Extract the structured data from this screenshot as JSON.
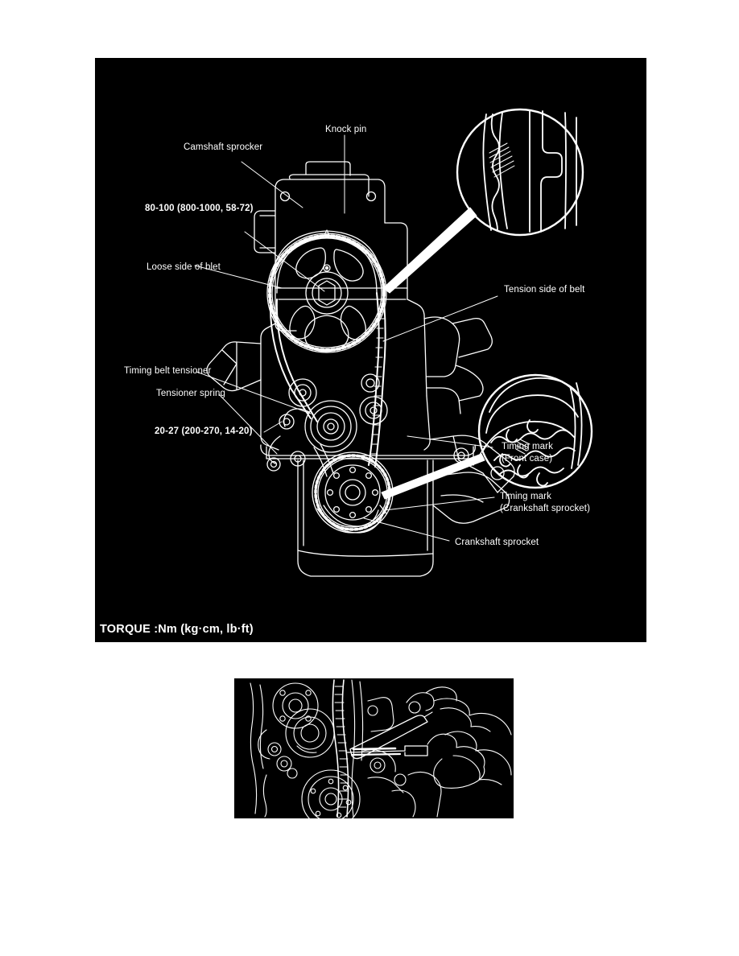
{
  "document": {
    "background_color": "#ffffff",
    "panel_background_color": "#000000",
    "line_color": "#ffffff"
  },
  "main_figure": {
    "name": "timing-belt-assembly-diagram",
    "torque_caption": "TORQUE :Nm (kg·cm, lb·ft)",
    "callouts": [
      {
        "id": "knock-pin",
        "text": "Knock pin",
        "bold": false
      },
      {
        "id": "camshaft-sprocket",
        "text": "Camshaft sprocker",
        "bold": false
      },
      {
        "id": "torque-camshaft",
        "text": "80-100 (800-1000, 58-72)",
        "bold": true
      },
      {
        "id": "loose-side-of-belt",
        "text": "Loose side of blet",
        "bold": false
      },
      {
        "id": "tension-side-of-belt",
        "text": "Tension side of belt",
        "bold": false
      },
      {
        "id": "timing-belt-tensioner",
        "text": "Timing belt tensioner",
        "bold": false
      },
      {
        "id": "tensioner-spring",
        "text": "Tensioner spring",
        "bold": false
      },
      {
        "id": "torque-tensioner",
        "text": "20-27 (200-270, 14-20)",
        "bold": true
      },
      {
        "id": "timing-mark-front-case-line1",
        "text": "Timing mark",
        "bold": false
      },
      {
        "id": "timing-mark-front-case-line2",
        "text": "(Front case)",
        "bold": false
      },
      {
        "id": "timing-mark-crank-line1",
        "text": "Timing mark",
        "bold": false
      },
      {
        "id": "timing-mark-crank-line2",
        "text": "(Crankshaft sprocket)",
        "bold": false
      },
      {
        "id": "crankshaft-sprocket",
        "text": "Crankshaft sprocket",
        "bold": false
      }
    ],
    "detail_insets": [
      {
        "id": "upper-inset",
        "depicts": "camshaft-sprocket-timing-mark-alignment"
      },
      {
        "id": "lower-inset",
        "depicts": "crankshaft-sprocket-timing-mark-alignment"
      }
    ]
  },
  "detail_figure": {
    "name": "timing-belt-tension-check-photo",
    "depicts": "hands-using-tool-on-timing-belt"
  }
}
